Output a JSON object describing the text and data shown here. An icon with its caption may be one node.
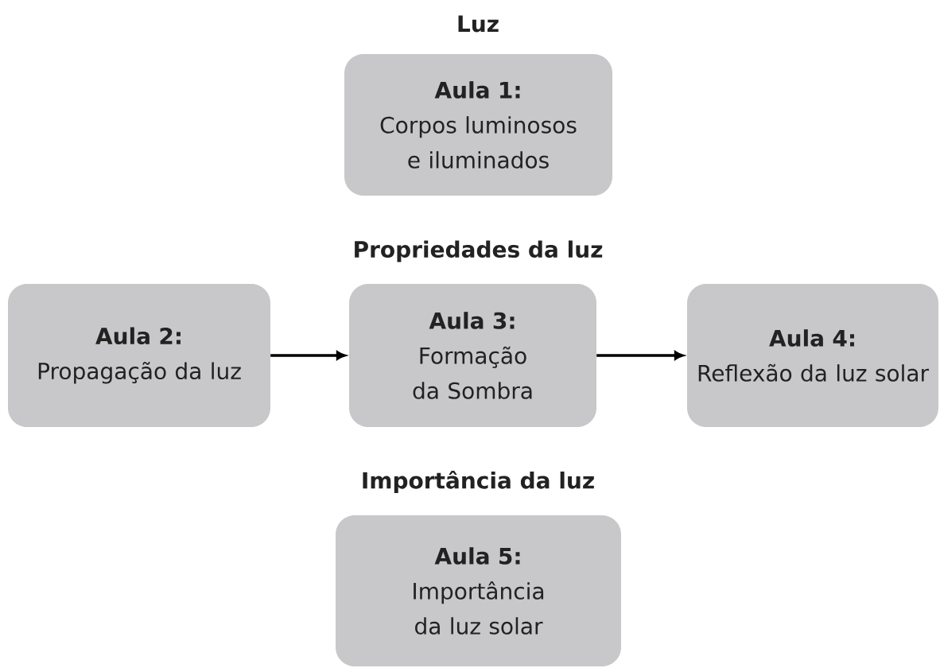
{
  "diagram": {
    "nodes": [
      {
        "text": [
          "Aula 1:",
          "Corpos luminosos e iluminados"
        ]
      },
      {
        "text": [
          "Aula 2:",
          "Propagação da luz"
        ]
      },
      {
        "text": [
          "Aula 3:",
          "Formação da Sombra"
        ]
      },
      {
        "text": [
          "Aula 4:",
          "Reflexão da luz solar"
        ]
      },
      {
        "text": [
          "Aula 5:",
          "Importância da luz solar"
        ]
      }
    ],
    "edges": [
      {
        "from": 1,
        "to": 2,
        "arrow": "to"
      },
      {
        "from": 2,
        "to": 3,
        "arrow": "to"
      }
    ],
    "labels": [
      "Luz",
      "Propriedades da luz",
      "Importância da luz"
    ]
  }
}
